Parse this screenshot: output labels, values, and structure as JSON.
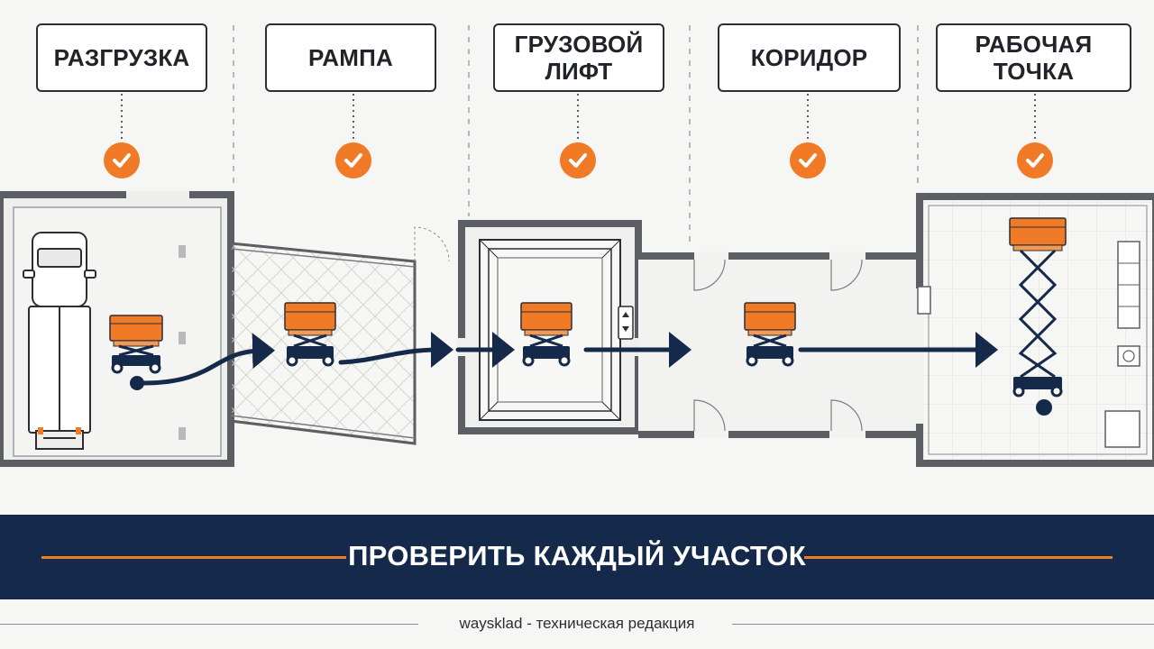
{
  "stages": [
    {
      "label": "РАЗГРУЗКА"
    },
    {
      "label": "РАМПА"
    },
    {
      "label": "ГРУЗОВОЙ ЛИФТ"
    },
    {
      "label": "КОРИДОР"
    },
    {
      "label": "РАБОЧАЯ ТОЧКА"
    }
  ],
  "check_icon": "checkmark-circle-icon",
  "banner": {
    "text": "ПРОВЕРИТЬ КАЖДЫЙ УЧАСТОК"
  },
  "footer": {
    "text": "waysklad - техническая редакция"
  },
  "colors": {
    "accent": "#f07a25",
    "navy": "#15294a",
    "wall": "#5b5e63",
    "background": "#f6f6f4"
  }
}
